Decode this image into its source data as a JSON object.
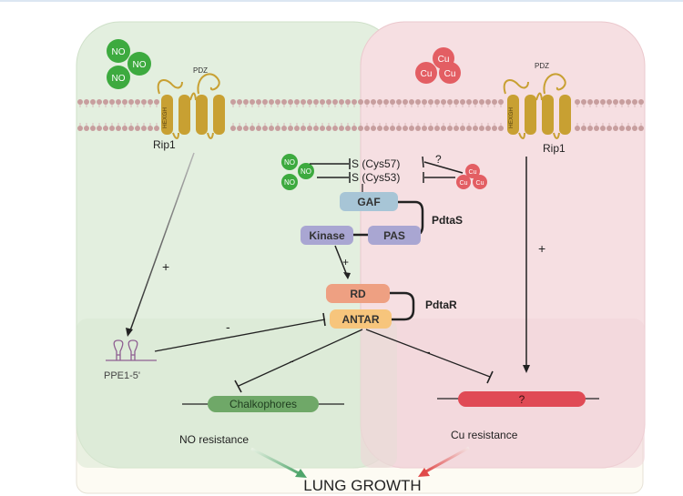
{
  "left_panel": {
    "receptor_label": "Rip1",
    "pdz_label": "PDZ",
    "hexgh_label": "HEXGH",
    "no_molecule_labels": [
      "NO",
      "NO",
      "NO"
    ],
    "pathway_sign": "+",
    "rna_label": "PPE1-5'",
    "gene_label": "Chalkophores",
    "outcome_label": "NO resistance"
  },
  "right_panel": {
    "receptor_label": "Rip1",
    "pdz_label": "PDZ",
    "hexgh_label": "HEXGH",
    "cu_molecule_labels": [
      "Cu",
      "Cu",
      "Cu"
    ],
    "pathway_sign": "+",
    "gene_label": "?",
    "outcome_label": "Cu resistance"
  },
  "center": {
    "no_small_labels": [
      "NO",
      "NO",
      "NO"
    ],
    "cu_small_labels": [
      "Cu",
      "Cu",
      "Cu"
    ],
    "cys57_label": "S (Cys57)",
    "cys53_label": "S (Cys53)",
    "question_label": "?",
    "pdtas": {
      "gaf": "GAF",
      "pas": "PAS",
      "kinase": "Kinase",
      "name": "PdtaS"
    },
    "kinase_to_rd_sign": "+",
    "pdtar": {
      "rd": "RD",
      "antar": "ANTAR",
      "name": "PdtaR"
    },
    "ppe_inhibit_sign": "-",
    "chalk_inhibit_sign": "-",
    "cu_inhibit_sign": "-"
  },
  "bottom": {
    "title": "LUNG GROWTH"
  },
  "colors": {
    "left_cell": "#e3efdf",
    "right_cell": "#f6dfe2",
    "no_green": "#3daa3f",
    "cu_red": "#e35e63",
    "receptor_gold": "#c8a032",
    "gaf": "#a7c5d6",
    "pas_kinase": "#a9a6d2",
    "rd": "#eea082",
    "antar": "#f7c57c",
    "membrane": "#c79e9e"
  }
}
